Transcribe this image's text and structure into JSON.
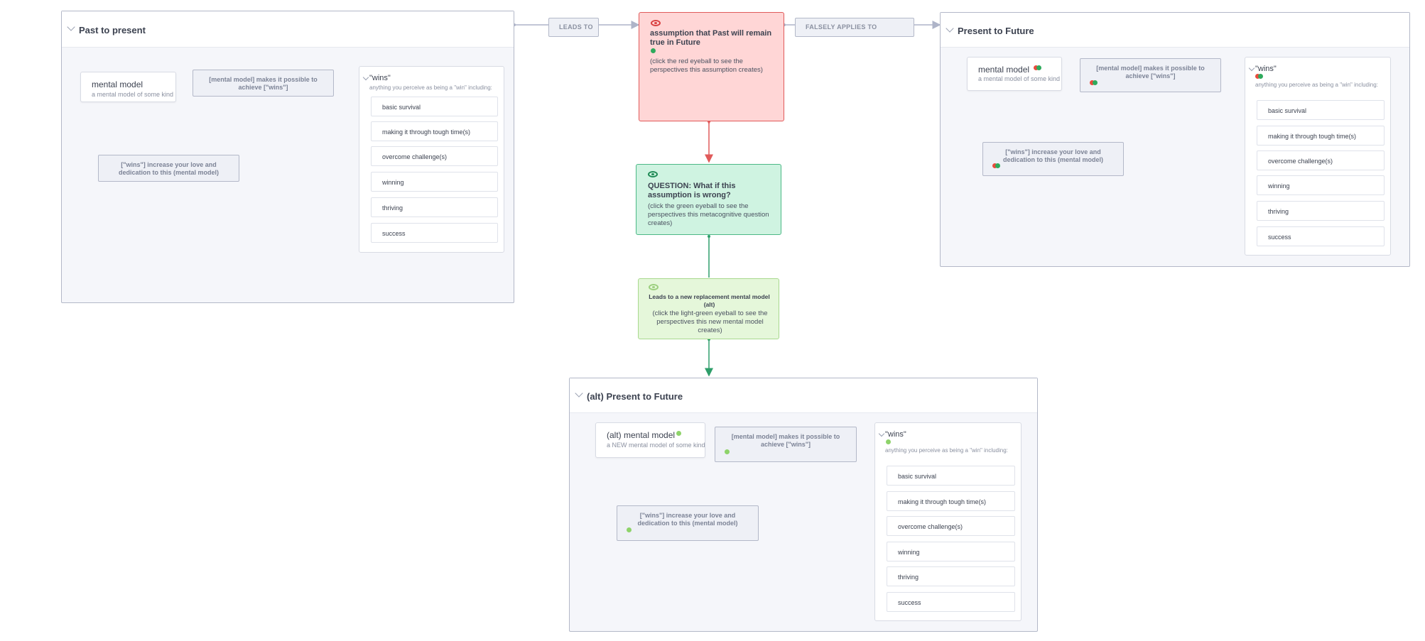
{
  "colors": {
    "red_node_bg": "#ffd6d6",
    "red_node_border": "#e05a5a",
    "question_bg": "#cff3e1",
    "question_border": "#4cb886",
    "alt_bg": "#e5f7da",
    "alt_border": "#a8d98e",
    "edge": "#aeb4c8",
    "red_dot": "#e84c3d",
    "green_dot": "#2eaa5c",
    "light_green_dot": "#8ed36a"
  },
  "groups": {
    "past": {
      "title": "Past to present",
      "mental_model": {
        "title": "mental model",
        "desc": "a mental model of some kind"
      },
      "rel_makes": "[mental model] makes it possible to achieve [\"wins\"]",
      "rel_increase": "[\"wins\"] increase your love and dedication to this (mental model)",
      "wins": {
        "title": "\"wins\"",
        "desc": "anything you perceive as being a \"win\" including:",
        "items": [
          "basic survival",
          "making it through tough time(s)",
          "overcome challenge(s)",
          "winning",
          "thriving",
          "success"
        ]
      }
    },
    "future": {
      "title": "Present to Future",
      "mental_model": {
        "title": "mental model",
        "desc": "a mental model of some kind"
      },
      "rel_makes": "[mental model] makes it possible to achieve [\"wins\"]",
      "rel_increase": "[\"wins\"] increase your love and dedication to this (mental model)",
      "wins": {
        "title": "\"wins\"",
        "desc": "anything you perceive as being a \"win\" including:",
        "items": [
          "basic survival",
          "making it through tough time(s)",
          "overcome challenge(s)",
          "winning",
          "thriving",
          "success"
        ]
      }
    },
    "alt": {
      "title": "(alt) Present to Future",
      "mental_model": {
        "title": "(alt) mental model",
        "desc": "a NEW mental model of some kind"
      },
      "rel_makes": "[mental model] makes it possible to achieve [\"wins\"]",
      "rel_increase": "[\"wins\"] increase your love and dedication to this (mental model)",
      "wins": {
        "title": "\"wins\"",
        "desc": "anything you perceive as being a \"win\" including:",
        "items": [
          "basic survival",
          "making it through tough time(s)",
          "overcome challenge(s)",
          "winning",
          "thriving",
          "success"
        ]
      }
    }
  },
  "edges": {
    "leads_to": "LEADS TO",
    "falsely_applies_to": "FALSELY APPLIES TO"
  },
  "nodes": {
    "assumption": {
      "title": "assumption that Past will remain true in Future",
      "body": "(click the red eyeball to see the perspectives this assumption creates)"
    },
    "question": {
      "title": "QUESTION: What if this assumption is wrong?",
      "body": "(click the green eyeball to see the perspectives this metacognitive question creates)"
    },
    "replacement": {
      "title": "Leads to a new replacement mental model (alt)",
      "body": "(click the light-green eyeball to see the perspectives this new mental model creates)"
    }
  }
}
